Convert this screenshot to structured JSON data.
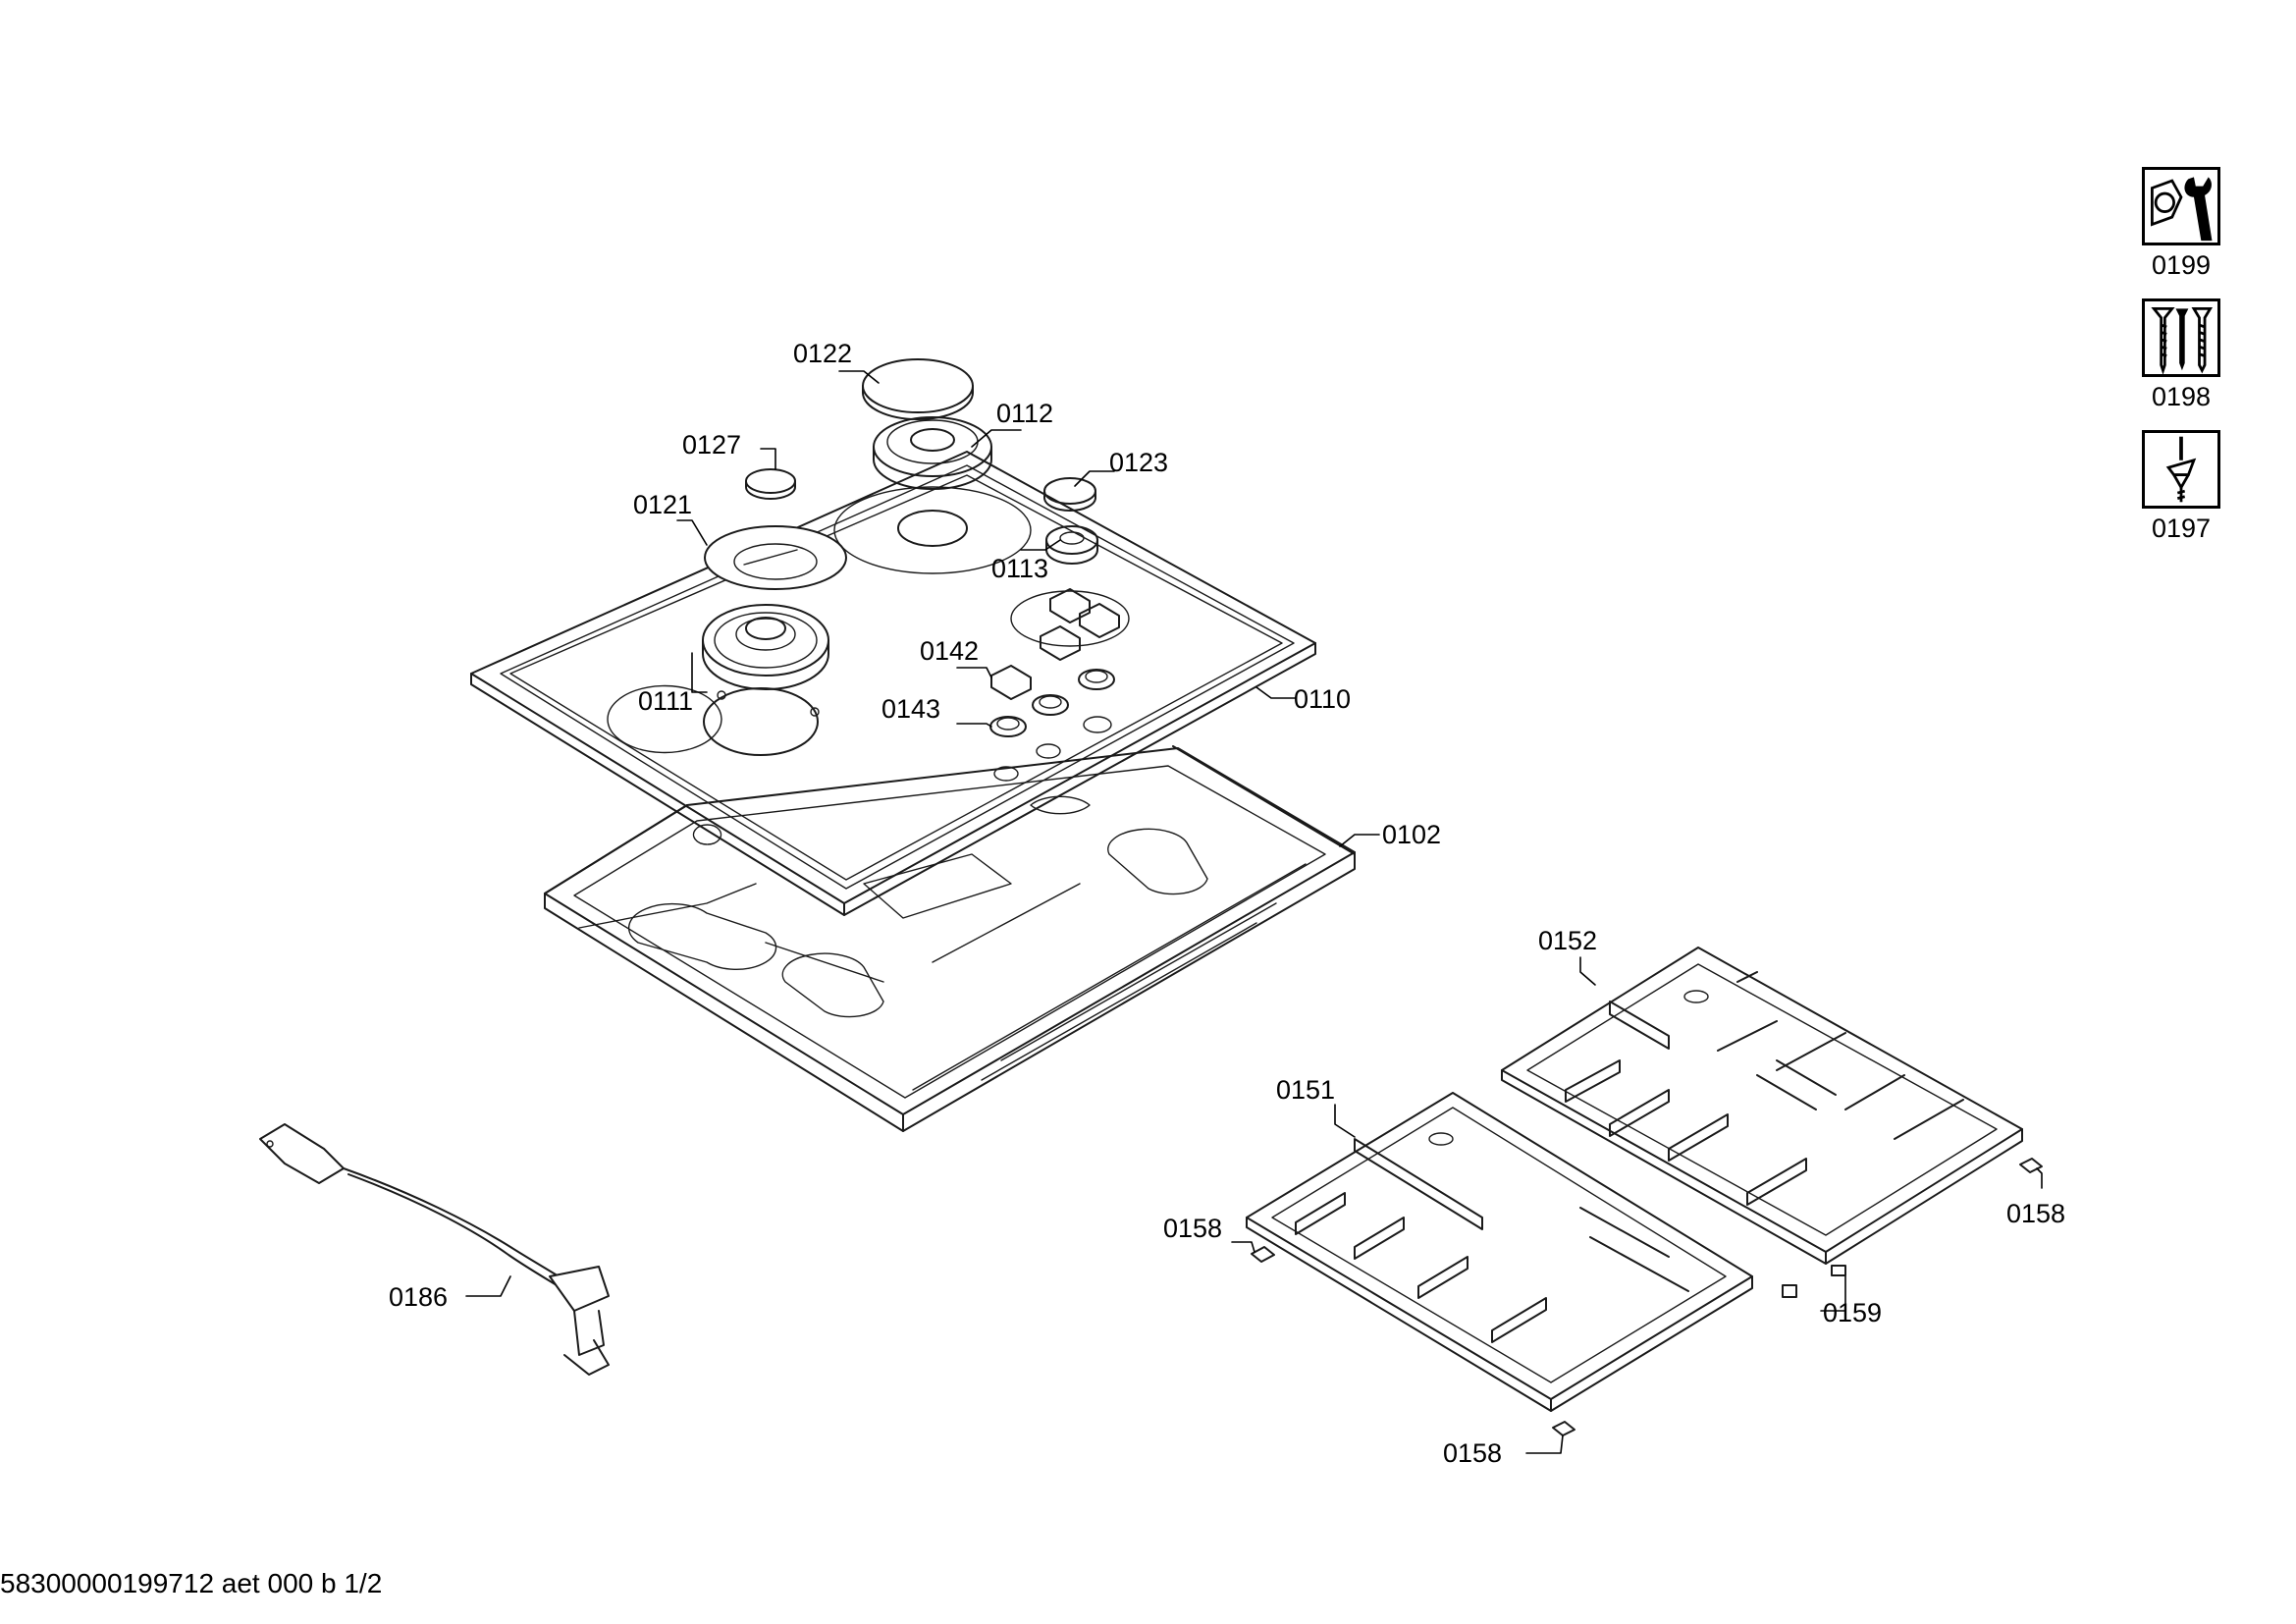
{
  "footer": {
    "document_id": "58300000199712 aet 000 b 1/2"
  },
  "icons": [
    {
      "label": "0199",
      "icon": "wrench-nut-icon"
    },
    {
      "label": "0198",
      "icon": "screws-icon"
    },
    {
      "label": "0197",
      "icon": "screwdriver-icon"
    }
  ],
  "parts": {
    "p0122": "0122",
    "p0112": "0112",
    "p0127": "0127",
    "p0123": "0123",
    "p0121": "0121",
    "p0113": "0113",
    "p0142": "0142",
    "p0111": "0111",
    "p0110": "0110",
    "p0143": "0143",
    "p0102": "0102",
    "p0152": "0152",
    "p0151": "0151",
    "p0158a": "0158",
    "p0158b": "0158",
    "p0158c": "0158",
    "p0159": "0159",
    "p0186": "0186"
  }
}
